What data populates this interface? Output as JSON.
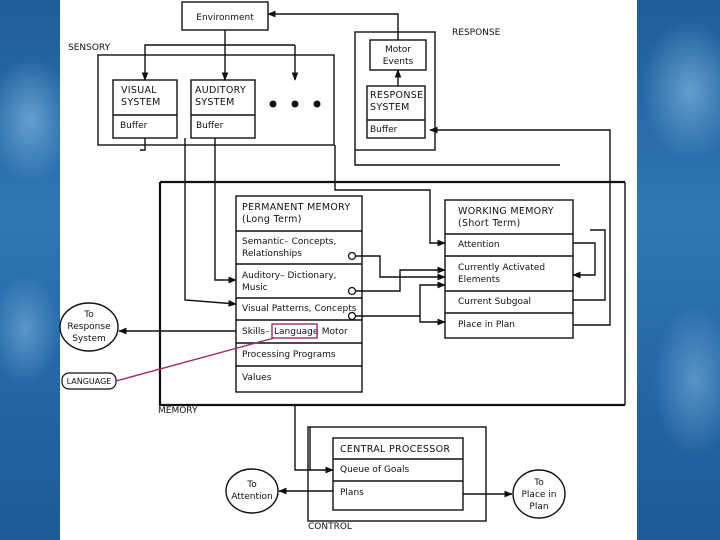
{
  "diagram": {
    "environment": "Environment",
    "sensory": "SENSORY",
    "response": "RESPONSE",
    "visual_system": [
      "VISUAL",
      "SYSTEM"
    ],
    "visual_buffer": "Buffer",
    "auditory_system": [
      "AUDITORY",
      "SYSTEM"
    ],
    "auditory_buffer": "Buffer",
    "motor_events": [
      "Motor",
      "Events"
    ],
    "response_system": [
      "RESPONSE",
      "SYSTEM"
    ],
    "response_buffer": "Buffer",
    "permanent_memory": [
      "PERMANENT MEMORY",
      "(Long Term)"
    ],
    "semantic": [
      "Semantic– Concepts,",
      "Relationships"
    ],
    "auditory_dict": [
      "Auditory– Dictionary,",
      "Music"
    ],
    "visual_patterns": "Visual Patterns, Concepts",
    "skills": [
      "Skills–",
      "Language",
      ", Motor"
    ],
    "processing_programs": "Processing Programs",
    "values": "Values",
    "working_memory": [
      "WORKING MEMORY",
      "(Short Term)"
    ],
    "attention": "Attention",
    "currently_activated": [
      "Currently Activated",
      "Elements"
    ],
    "current_subgoal": "Current Subgoal",
    "place_in_plan": "Place in Plan",
    "to_response_system": [
      "To",
      "Response",
      "System"
    ],
    "language_note": "LANGUAGE",
    "memory": "MEMORY",
    "central_processor": "CENTRAL PROCESSOR",
    "queue_of_goals": "Queue of Goals",
    "plans": "Plans",
    "control": "CONTROL",
    "to_attention": [
      "To",
      "Attention"
    ],
    "to_place_in_plan": [
      "To",
      "Place in",
      "Plan"
    ]
  },
  "colors": {
    "highlight": "#a0286e",
    "background": "#2d6ea8"
  }
}
